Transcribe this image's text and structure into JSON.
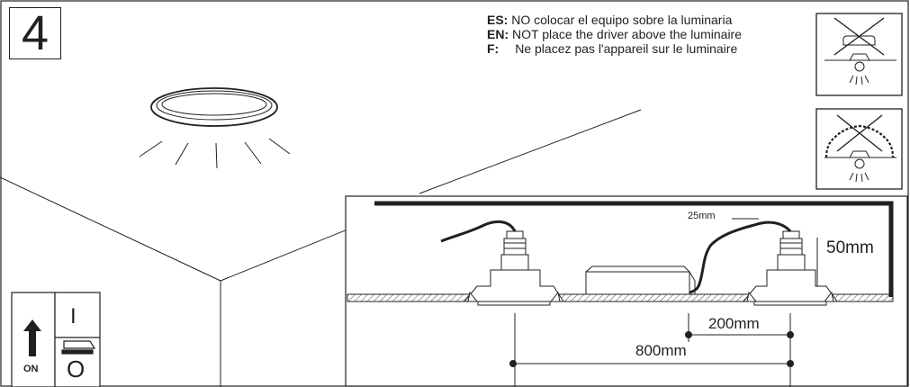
{
  "step": {
    "number": "4"
  },
  "notes": [
    {
      "lang": "ES:",
      "text": "NO colocar el equipo  sobre la luminaria"
    },
    {
      "lang": "EN:",
      "text": "NOT place the driver above the luminaire"
    },
    {
      "lang": "F:",
      "text": "Ne placez pas l'appareil sur le luminaire"
    }
  ],
  "icons": {
    "no_driver_on_luminaire": "no-driver-on-luminaire-icon",
    "no_insulation_cover": "no-insulation-cover-icon"
  },
  "dimensions": {
    "clearance": "25mm",
    "height": "50mm",
    "min_spacing": "200mm",
    "max_spacing": "800mm"
  },
  "switch": {
    "on_label": "ON",
    "on_symbol": "I",
    "off_symbol": "O"
  },
  "colors": {
    "ink": "#231f20",
    "background": "#ffffff"
  }
}
